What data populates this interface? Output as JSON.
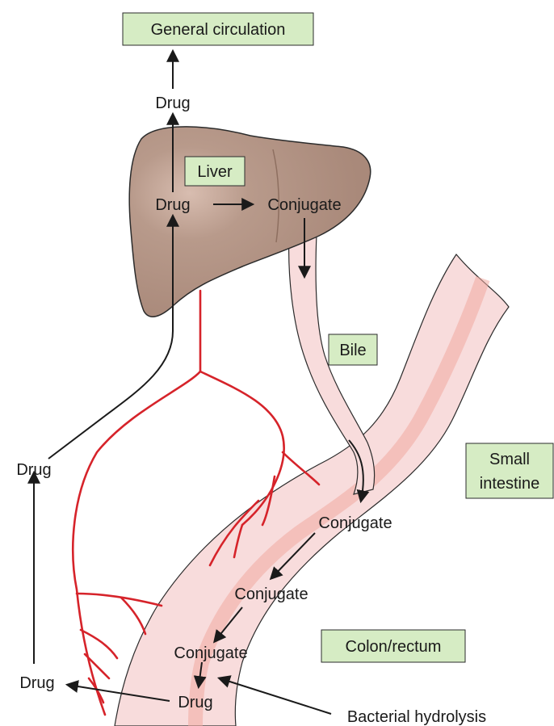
{
  "labels": {
    "general_circulation": "General circulation",
    "liver": "Liver",
    "bile": "Bile",
    "small_intestine_line1": "Small",
    "small_intestine_line2": "intestine",
    "colon_rectum": "Colon/rectum",
    "bacterial_hydrolysis": "Bacterial hydrolysis"
  },
  "flow_text": {
    "drug_top": "Drug",
    "drug_liver": "Drug",
    "conjugate_liver": "Conjugate",
    "conjugate_1": "Conjugate",
    "conjugate_2": "Conjugate",
    "conjugate_3": "Conjugate",
    "drug_colon": "Drug",
    "drug_left_bottom": "Drug",
    "drug_left_mid": "Drug"
  },
  "colors": {
    "liver": "#b39383",
    "intestine": "#f8dcdc",
    "vessel": "#d6232a",
    "label_box": "#d6ecc4"
  }
}
